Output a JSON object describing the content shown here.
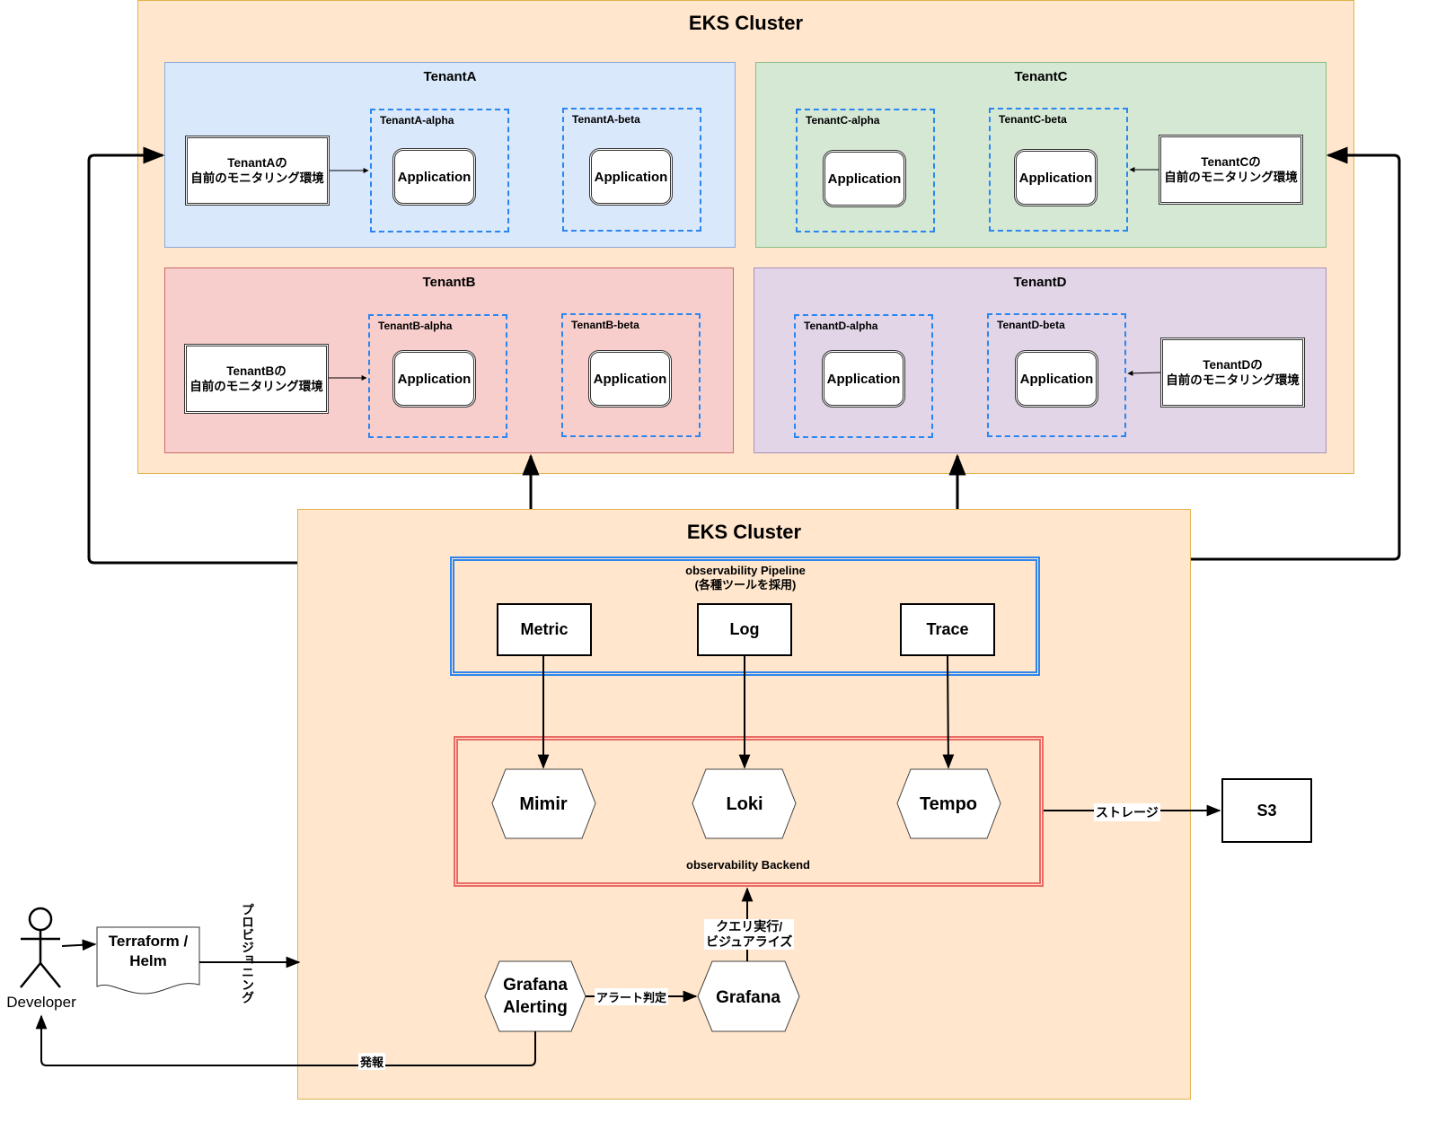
{
  "colors": {
    "cluster_fill": "#ffe6cc",
    "cluster_border": "#e0b44a",
    "tenant_a": "#dae8fc",
    "tenant_b": "#f8cecc",
    "tenant_c": "#d5e8d4",
    "tenant_d": "#e1d5e7",
    "namespace_border": "#2b86f0",
    "pipeline_border": "#2b86f0",
    "backend_border": "#ea6b66"
  },
  "top_cluster": {
    "title": "EKS Cluster",
    "tenants": [
      {
        "name": "TenantA",
        "monitoring": "TenantAの\n自前のモニタリング環境",
        "namespaces": [
          {
            "label": "TenantA-alpha",
            "app": "Application"
          },
          {
            "label": "TenantA-beta",
            "app": "Application"
          }
        ]
      },
      {
        "name": "TenantB",
        "monitoring": "TenantBの\n自前のモニタリング環境",
        "namespaces": [
          {
            "label": "TenantB-alpha",
            "app": "Application"
          },
          {
            "label": "TenantB-beta",
            "app": "Application"
          }
        ]
      },
      {
        "name": "TenantC",
        "monitoring": "TenantCの\n自前のモニタリング環境",
        "namespaces": [
          {
            "label": "TenantC-alpha",
            "app": "Application"
          },
          {
            "label": "TenantC-beta",
            "app": "Application"
          }
        ]
      },
      {
        "name": "TenantD",
        "monitoring": "TenantDの\n自前のモニタリング環境",
        "namespaces": [
          {
            "label": "TenantD-alpha",
            "app": "Application"
          },
          {
            "label": "TenantD-beta",
            "app": "Application"
          }
        ]
      }
    ]
  },
  "bottom_cluster": {
    "title": "EKS Cluster",
    "pipeline": {
      "title": "observability Pipeline\n(各種ツールを採用)",
      "signals": [
        "Metric",
        "Log",
        "Trace"
      ]
    },
    "backend": {
      "title": "observability Backend",
      "stores": [
        "Mimir",
        "Loki",
        "Tempo"
      ]
    },
    "grafana": "Grafana",
    "grafana_alerting": "Grafana\nAlerting"
  },
  "external": {
    "s3": "S3",
    "developer": "Developer",
    "iac": "Terraform /\nHelm"
  },
  "edges": {
    "storage": "ストレージ",
    "query": "クエリ実行/\nビジュアライズ",
    "alert": "アラート判定",
    "notify": "発報",
    "provisioning": "プロビジョニング"
  }
}
